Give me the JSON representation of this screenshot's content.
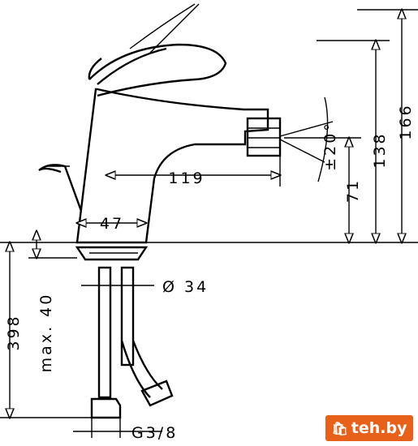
{
  "dimensions": {
    "total_height": "166",
    "spout_height": "138",
    "outlet_height": "71",
    "spout_reach": "119",
    "base_width": "47",
    "hose_diameter": "Ø 34",
    "tap_hole_depth": "max. 40",
    "hose_length": "398",
    "swivel_angle": "±20°",
    "connection_thread": "G3/8"
  },
  "watermark": {
    "icon": "bag-icon",
    "text": "teh.by"
  }
}
